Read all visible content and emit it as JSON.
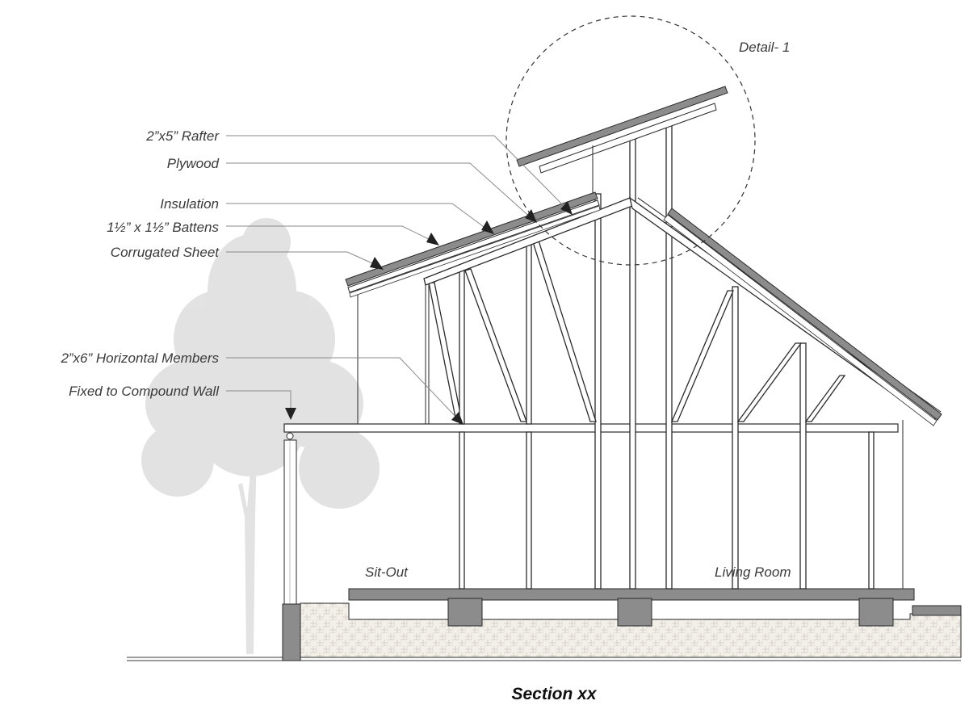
{
  "title": "Section xx",
  "detail_label": "Detail- 1",
  "callouts": {
    "rafter": "2”x5” Rafter",
    "plywood": "Plywood",
    "insulation": "Insulation",
    "battens": "1½” x 1½” Battens",
    "corrugated": "Corrugated Sheet",
    "horizontal": "2”x6” Horizontal  Members",
    "fixed": "Fixed to Compound Wall"
  },
  "rooms": {
    "sitout": "Sit-Out",
    "living": "Living Room"
  },
  "colors": {
    "line": "#2a2a2a",
    "leader": "#8a8a8a",
    "concrete": "#8c8c8c",
    "tree": "#dcdcdc",
    "hatch_bg": "#f2eee8"
  }
}
